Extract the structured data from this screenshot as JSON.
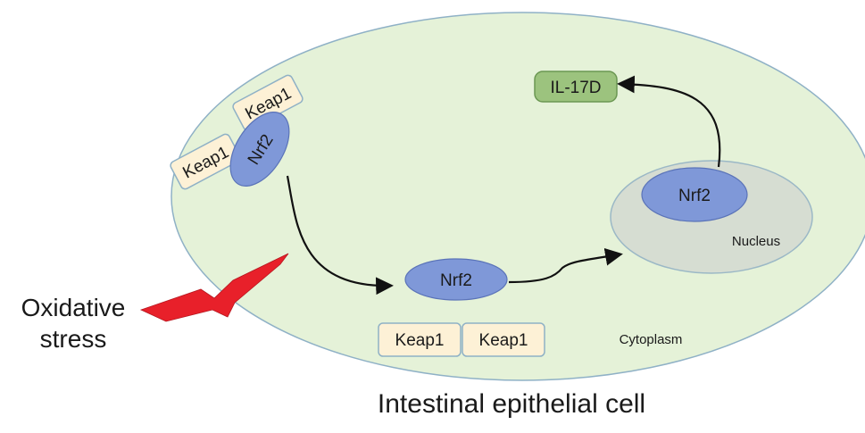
{
  "labels": {
    "il17d": "IL-17D",
    "keap1_a": "Keap1",
    "keap1_b": "Keap1",
    "keap1_c": "Keap1",
    "keap1_d": "Keap1",
    "nrf2_complex": "Nrf2",
    "nrf2_free": "Nrf2",
    "nrf2_nuclear": "Nrf2",
    "nucleus": "Nucleus",
    "cytoplasm": "Cytoplasm",
    "stress_line1": "Oxidative",
    "stress_line2": "stress",
    "cell_caption": "Intestinal epithelial cell"
  },
  "colors": {
    "cell_fill": "#e5f2d8",
    "cell_stroke": "#8fb1c6",
    "nucleus_fill": "#d6ddd2",
    "nucleus_stroke": "#9bb8c6",
    "nrf2_fill": "#7f98d8",
    "nrf2_stroke": "#5a73b8",
    "keap1_fill": "#fdf1d6",
    "keap1_stroke": "#8fb1c6",
    "il17d_fill": "#9cc37e",
    "il17d_stroke": "#6b9752",
    "bolt_fill": "#e8202a",
    "arrow": "#111111"
  }
}
